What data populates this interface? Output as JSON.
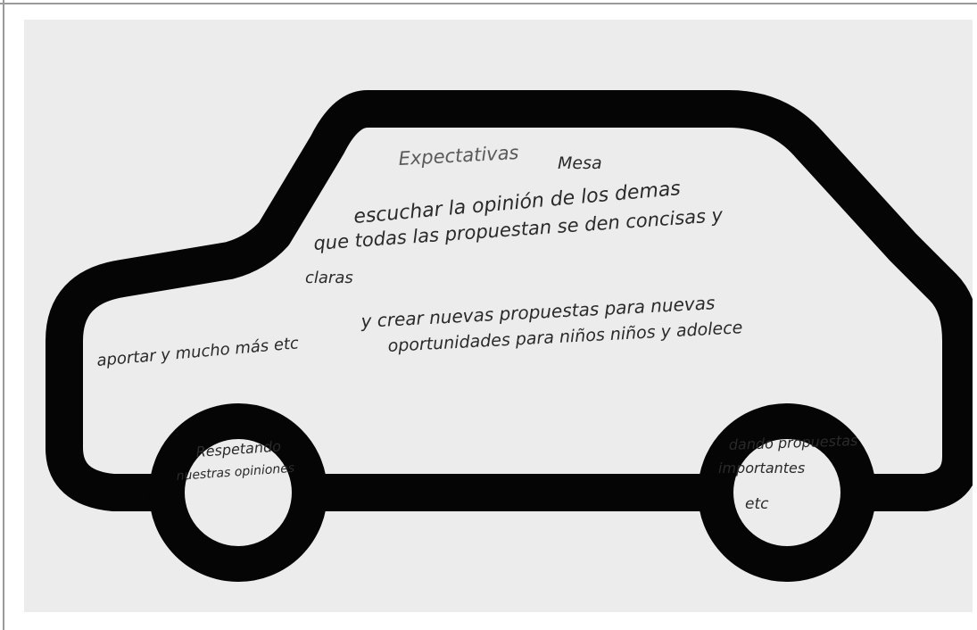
{
  "worksheet": {
    "title": "Expectativas",
    "subtitle": "Mesa",
    "lines": [
      "escuchar la opinión de los demas",
      "que todas las propuestan se den concisas y",
      "claras",
      "y crear nuevas propuestas para nuevas",
      "oportunidades para niños niños y adolece",
      "aportar y mucho más etc"
    ],
    "left_wheel": [
      "Respetando",
      "nuestras opiniones"
    ],
    "right_wheel": [
      "dando propuestas",
      "importantes",
      "etc"
    ]
  }
}
